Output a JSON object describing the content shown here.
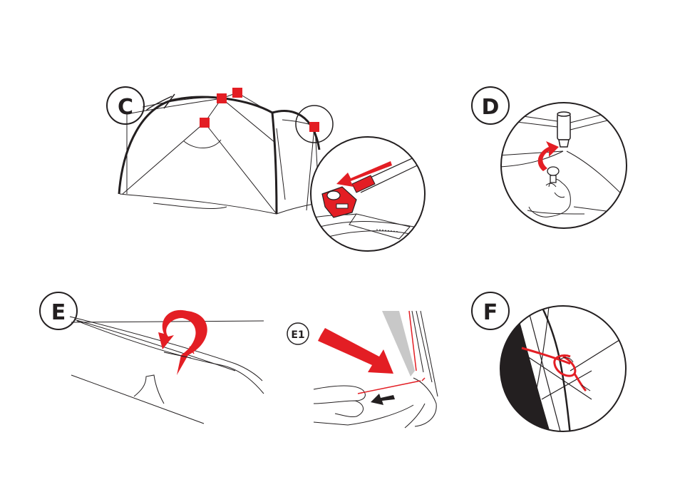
{
  "steps": {
    "c": {
      "label": "C"
    },
    "d": {
      "label": "D"
    },
    "e": {
      "label": "E"
    },
    "e1": {
      "label": "E1"
    },
    "f": {
      "label": "F"
    }
  },
  "colors": {
    "line": "#231f20",
    "accent_red": "#e31e24",
    "shadow_gray": "#c8c8c8",
    "background": "#ffffff"
  }
}
